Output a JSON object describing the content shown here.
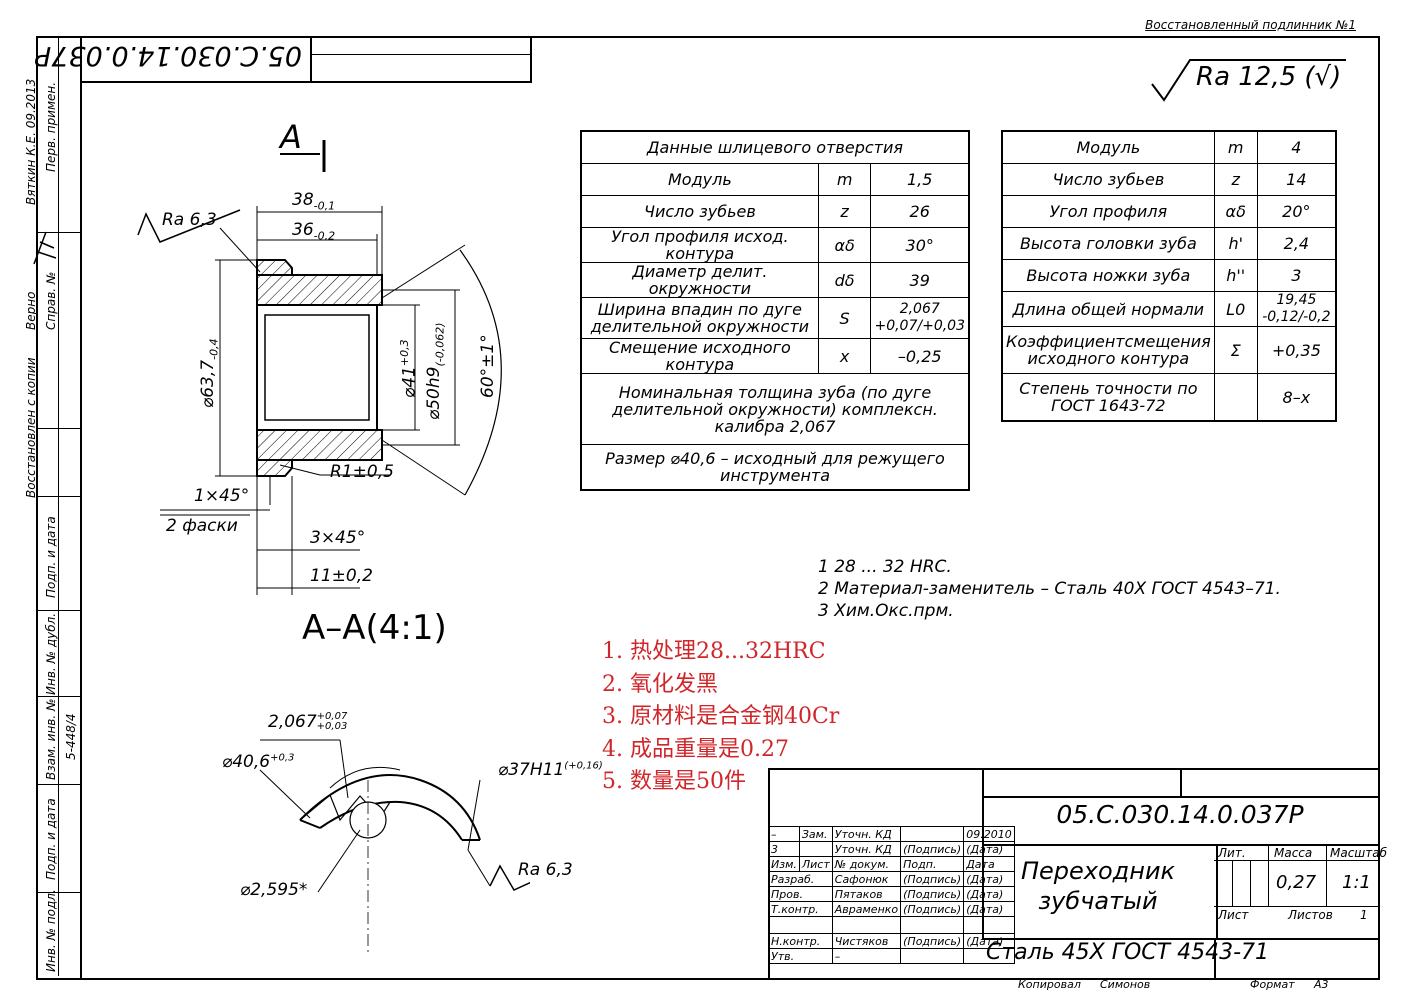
{
  "header": {
    "top_right": "Восстановленный подлинник №1"
  },
  "stamp_code_mirrored": "05.C.030.14.0.037Р",
  "roughness_general": "Ra 12,5 (√)",
  "left_margin": {
    "author": "Вяткин К.Е. 09.2013",
    "first_use": "Перв. примен.",
    "verified": "Верно",
    "ref_no": "Справ. №",
    "restored": "Восстановлен с копии",
    "sign_date_1": "Подп. и дата",
    "dup_inv": "Инв. № дубл.",
    "repl_inv": "Взам. инв. №",
    "repl_inv_val": "5-448/4",
    "sign_date_2": "Подп. и дата",
    "orig_inv": "Инв. № подл."
  },
  "drawing": {
    "section_title": "A–A(4:1)",
    "label_a": "A",
    "dims": {
      "d38": "38",
      "d38_tol": "-0,1",
      "d36": "36",
      "d36_tol": "-0,2",
      "ra63": "Ra 6,3",
      "d637": "⌀63,7",
      "d637_tol": "-0,4",
      "d41": "⌀41",
      "d41_tol": "+0,3",
      "d50": "⌀50h9",
      "d50_tol": "(-0,062)",
      "angle": "60°±1°",
      "r1": "R1±0,5",
      "chamfer1": "1×45°",
      "chamfer_count": "2 фаски",
      "chamfer2": "3×45°",
      "d11": "11±0,2"
    },
    "detail_dims": {
      "s": "2,067",
      "s_tol_up": "+0,07",
      "s_tol_dn": "+0,03",
      "d406": "⌀40,6",
      "d406_tol": "+0,3",
      "d37": "⌀37H11",
      "d37_tol": "(+0,16)",
      "ra63": "Ra 6,3",
      "d2595": "⌀2,595*"
    }
  },
  "spline_table": {
    "title": "Данные шлицевого отверстия",
    "rows": [
      {
        "name": "Модуль",
        "sym": "m",
        "val": "1,5"
      },
      {
        "name": "Число зубьев",
        "sym": "z",
        "val": "26"
      },
      {
        "name": "Угол профиля исход. контура",
        "sym": "αδ",
        "val": "30°"
      },
      {
        "name": "Диаметр делит. окружности",
        "sym": "dδ",
        "val": "39"
      },
      {
        "name": "Ширина впадин по дуге делительной окружности",
        "sym": "S",
        "val": "2,067 +0,07/+0,03"
      },
      {
        "name": "Смещение исходного контура",
        "sym": "x",
        "val": "–0,25"
      }
    ],
    "note1": "Номинальная толщина зуба (по дуге делительной окружности) комплексн. калибра 2,067",
    "note2": "Размер ⌀40,6 – исходный для режущего инструмента"
  },
  "gear_table": {
    "rows": [
      {
        "name": "Модуль",
        "sym": "m",
        "val": "4"
      },
      {
        "name": "Число зубьев",
        "sym": "z",
        "val": "14"
      },
      {
        "name": "Угол профиля",
        "sym": "αδ",
        "val": "20°"
      },
      {
        "name": "Высота головки зуба",
        "sym": "h'",
        "val": "2,4"
      },
      {
        "name": "Высота ножки зуба",
        "sym": "h''",
        "val": "3"
      },
      {
        "name": "Длина общей нормали",
        "sym": "L0",
        "val": "19,45 -0,12/-0,2"
      },
      {
        "name": "Коэффициентсмещения исходного контура",
        "sym": "Σ",
        "val": "+0,35"
      },
      {
        "name": "Степень точности по ГОСТ 1643-72",
        "sym": "",
        "val": "8–x"
      }
    ]
  },
  "tech_notes": [
    "1 28 ... 32 HRC.",
    "2 Материал-заменитель – Сталь 40Х ГОСТ 4543–71.",
    "3 Хим.Окс.прм."
  ],
  "red_notes": [
    "1. 热处理28...32HRC",
    "2. 氧化发黑",
    "3. 原材料是合金钢40Cr",
    "4. 成品重量是0.27",
    "5. 数量是50件"
  ],
  "title_block": {
    "code": "05.C.030.14.0.037Р",
    "name_line1": "Переходник",
    "name_line2": "зубчатый",
    "material": "Сталь 45Х ГОСТ 4543-71",
    "lit": "Лит.",
    "mass": "Масса",
    "scale": "Масштаб",
    "mass_val": "0,27",
    "scale_val": "1:1",
    "sheet": "Лист",
    "sheets": "Листов",
    "sheets_val": "1",
    "changes": [
      {
        "c1": "–",
        "c2": "Зам.",
        "c3": "Уточн. КД",
        "c4": "",
        "c5": "09.2010"
      },
      {
        "c1": "3",
        "c2": "",
        "c3": "Уточн. КД",
        "c4": "(Подпись)",
        "c5": "(Дата)"
      }
    ],
    "head": {
      "c1": "Изм.",
      "c2": "Лист",
      "c3": "№ докум.",
      "c4": "Подп.",
      "c5": "Дата"
    },
    "people": [
      {
        "role": "Разраб.",
        "name": "Сафонюк",
        "sig": "(Подпись)",
        "date": "(Дата)"
      },
      {
        "role": "Пров.",
        "name": "Пятаков",
        "sig": "(Подпись)",
        "date": "(Дата)"
      },
      {
        "role": "Т.контр.",
        "name": "Авраменко",
        "sig": "(Подпись)",
        "date": "(Дата)"
      },
      {
        "role": "",
        "name": "",
        "sig": "",
        "date": ""
      },
      {
        "role": "Н.контр.",
        "name": "Чистяков",
        "sig": "(Подпись)",
        "date": "(Дата)"
      },
      {
        "role": "Утв.",
        "name": "–",
        "sig": "",
        "date": ""
      }
    ]
  },
  "footer": {
    "copied": "Копировал",
    "copied_name": "Симонов",
    "format": "Формат",
    "format_val": "А3"
  }
}
